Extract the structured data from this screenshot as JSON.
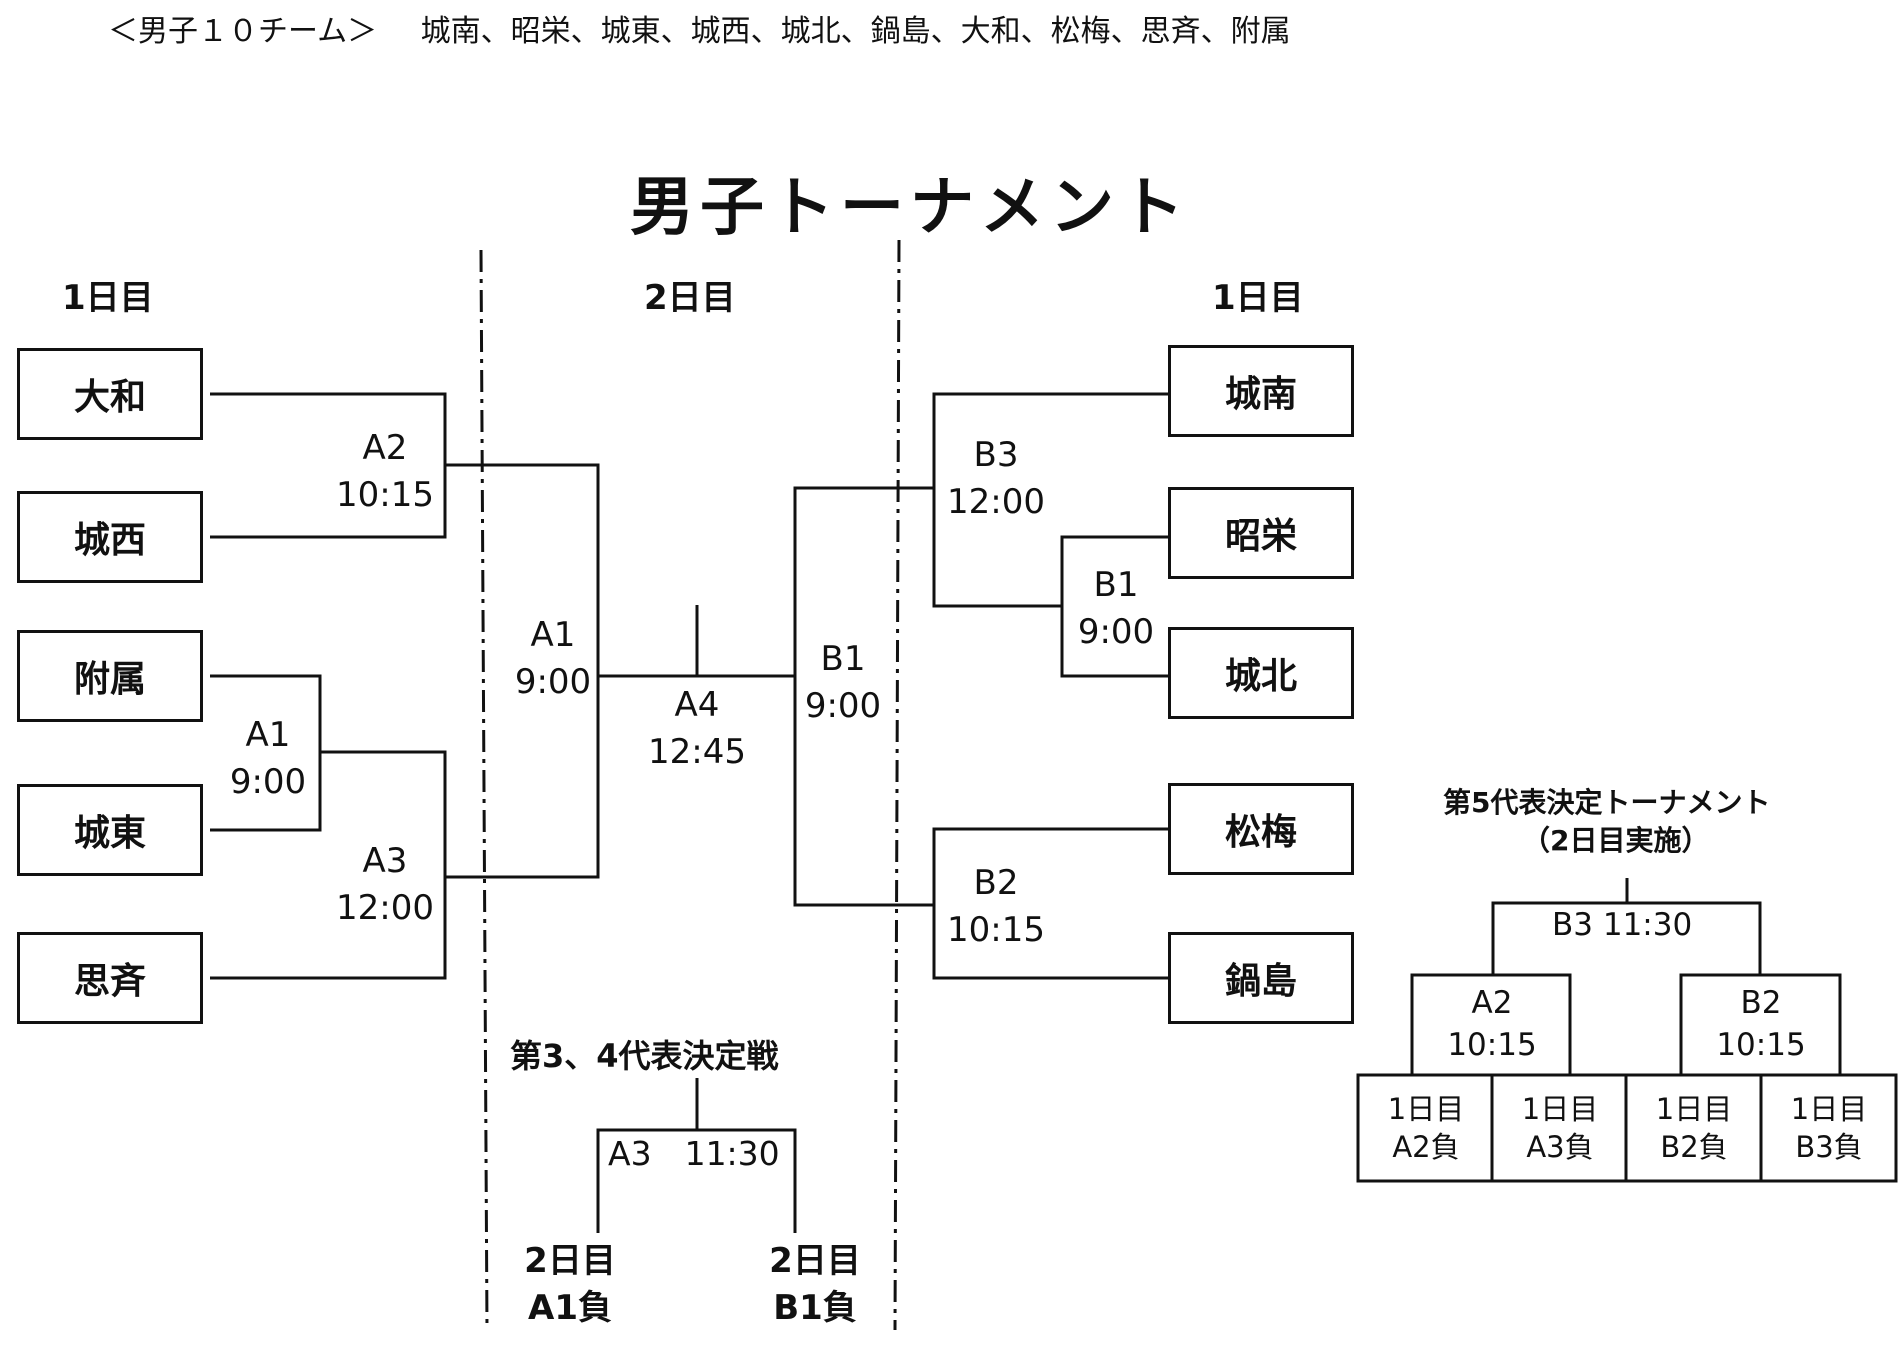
{
  "header": {
    "boys_label": "＜男子１０チーム＞",
    "teams_list": "城南、昭栄、城東、城西、城北、鍋島、大和、松梅、思斉、附属"
  },
  "title": "男子トーナメント",
  "day_labels": {
    "left": "1日目",
    "center": "2日目",
    "right": "1日目"
  },
  "teams": {
    "left": [
      "大和",
      "城西",
      "附属",
      "城東",
      "思斉"
    ],
    "right": [
      "城南",
      "昭栄",
      "城北",
      "松梅",
      "鍋島"
    ]
  },
  "matches": {
    "left_a2": {
      "code": "A2",
      "time": "10:15"
    },
    "left_a1": {
      "code": "A1",
      "time": "9:00"
    },
    "left_a3": {
      "code": "A3",
      "time": "12:00"
    },
    "center_a1": {
      "code": "A1",
      "time": "9:00"
    },
    "center_a4": {
      "code": "A4",
      "time": "12:45"
    },
    "center_b1": {
      "code": "B1",
      "time": "9:00"
    },
    "right_b3": {
      "code": "B3",
      "time": "12:00"
    },
    "right_b1": {
      "code": "B1",
      "time": "9:00"
    },
    "right_b2": {
      "code": "B2",
      "time": "10:15"
    }
  },
  "third_fourth": {
    "title": "第3、4代表決定戦",
    "match": "A3　11:30",
    "left_entry": {
      "day": "2日目",
      "label": "A1負"
    },
    "right_entry": {
      "day": "2日目",
      "label": "B1負"
    }
  },
  "fifth": {
    "title": "第5代表決定トーナメント",
    "subtitle": "（2日目実施）",
    "final": "B3 11:30",
    "semi_left": {
      "code": "A2",
      "time": "10:15"
    },
    "semi_right": {
      "code": "B2",
      "time": "10:15"
    },
    "entries": [
      {
        "day": "1日目",
        "label": "A2負"
      },
      {
        "day": "1日目",
        "label": "A3負"
      },
      {
        "day": "1日目",
        "label": "B2負"
      },
      {
        "day": "1日目",
        "label": "B3負"
      }
    ]
  }
}
